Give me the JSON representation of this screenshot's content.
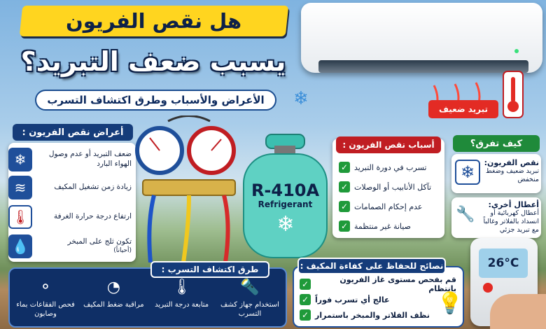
{
  "title": {
    "line1": "هل نقص الفريون",
    "line2": "يسبب ضعف التبريد؟",
    "subtitle": "الأعراض والأسباب وطرق اكتشاف التسرب"
  },
  "ac_unit": {
    "weak_cooling_label": "تبريد ضعيف"
  },
  "symptoms": {
    "header": "أعراض نقص الفريون :",
    "items": [
      {
        "icon": "snowflake-icon",
        "text": "ضعف التبريد أو عدم وصول الهواء البارد"
      },
      {
        "icon": "wind-icon",
        "text": "زيادة زمن تشغيل المكيف"
      },
      {
        "icon": "thermometer-icon",
        "text": "ارتفاع درجة حرارة الغرفة"
      },
      {
        "icon": "ice-drop-icon",
        "text": "تكون ثلج على المبخر",
        "note": "(أحياناً)"
      }
    ]
  },
  "tank": {
    "model": "R-410A",
    "label": "Refrigerant"
  },
  "causes": {
    "header": "أسباب نقص الفريون :",
    "items": [
      "تسرب في دورة التبريد",
      "تآكل الأنابيب أو الوصلات",
      "عدم إحكام الصمامات",
      "صيانة غير منتظمة"
    ]
  },
  "how_to_tell": {
    "header": "كيف تفرق؟",
    "freon": {
      "title": "نقص الفريون:",
      "desc": "تبريد ضعيف وضغط منخفض"
    },
    "other": {
      "title": "أعطال أخرى:",
      "desc": "أعطال كهربائية أو انسداد بالفلاتر وغالباً مع تبريد جزئي"
    }
  },
  "leak_detection": {
    "header": "طرق اكتشاف التسرب :",
    "items": [
      {
        "icon": "detector-icon",
        "text": "استخدام جهاز كشف التسرب"
      },
      {
        "icon": "thermometer-icon",
        "text": "متابعة درجة التبريد"
      },
      {
        "icon": "pressure-gauge-icon",
        "text": "مراقبة ضغط المكيف"
      },
      {
        "icon": "bubbles-icon",
        "text": "فحص الفقاعات بماء وصابون"
      }
    ]
  },
  "tips": {
    "header": "نصائح للحفاظ على كفاءة المكيف :",
    "items": [
      "قم بفحص مستوى غاز الفريون بانتظام",
      "عالج أي تسرب فوراً",
      "نظف الفلاتر والمبخر باستمرار"
    ]
  },
  "remote": {
    "display": "26°C"
  },
  "colors": {
    "navy": "#153c7a",
    "red": "#c01d22",
    "green": "#1f8a3a",
    "yellow": "#ffd51f"
  }
}
